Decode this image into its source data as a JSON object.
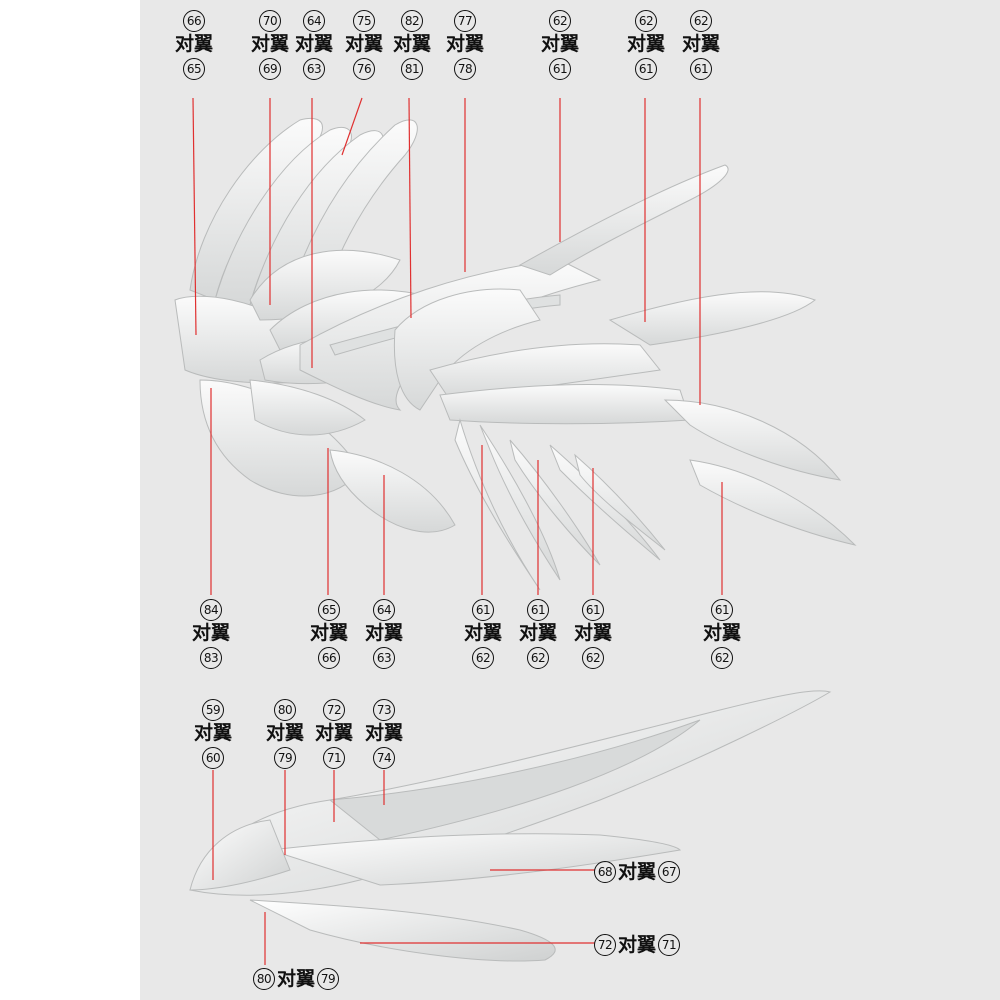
{
  "colors": {
    "background": "#e8e8e8",
    "part": "#f7f7f7",
    "shade": "#c9cbcb",
    "leader": "#e03030",
    "text": "#111111"
  },
  "top_labels": [
    {
      "top": "66",
      "word": "对翼",
      "bottom": "65"
    },
    {
      "top": "70",
      "word": "对翼",
      "bottom": "69"
    },
    {
      "top": "64",
      "word": "对翼",
      "bottom": "63"
    },
    {
      "top": "75",
      "word": "对翼",
      "bottom": "76"
    },
    {
      "top": "82",
      "word": "对翼",
      "bottom": "81"
    },
    {
      "top": "77",
      "word": "对翼",
      "bottom": "78"
    },
    {
      "top": "62",
      "word": "对翼",
      "bottom": "61"
    },
    {
      "top": "62",
      "word": "对翼",
      "bottom": "61"
    },
    {
      "top": "62",
      "word": "对翼",
      "bottom": "61"
    }
  ],
  "bottom_labels": [
    {
      "top": "84",
      "word": "对翼",
      "bottom": "83"
    },
    {
      "top": "65",
      "word": "对翼",
      "bottom": "66"
    },
    {
      "top": "64",
      "word": "对翼",
      "bottom": "63"
    },
    {
      "top": "61",
      "word": "对翼",
      "bottom": "62"
    },
    {
      "top": "61",
      "word": "对翼",
      "bottom": "62"
    },
    {
      "top": "61",
      "word": "对翼",
      "bottom": "62"
    },
    {
      "top": "61",
      "word": "对翼",
      "bottom": "62"
    }
  ],
  "lower_labels": [
    {
      "top": "59",
      "word": "对翼",
      "bottom": "60"
    },
    {
      "top": "80",
      "word": "对翼",
      "bottom": "79"
    },
    {
      "top": "72",
      "word": "对翼",
      "bottom": "71"
    },
    {
      "top": "73",
      "word": "对翼",
      "bottom": "74"
    }
  ],
  "inline_labels": [
    {
      "left": "68",
      "word": "对翼",
      "right": "67"
    },
    {
      "left": "72",
      "word": "对翼",
      "right": "71"
    },
    {
      "left": "80",
      "word": "对翼",
      "right": "79"
    }
  ]
}
